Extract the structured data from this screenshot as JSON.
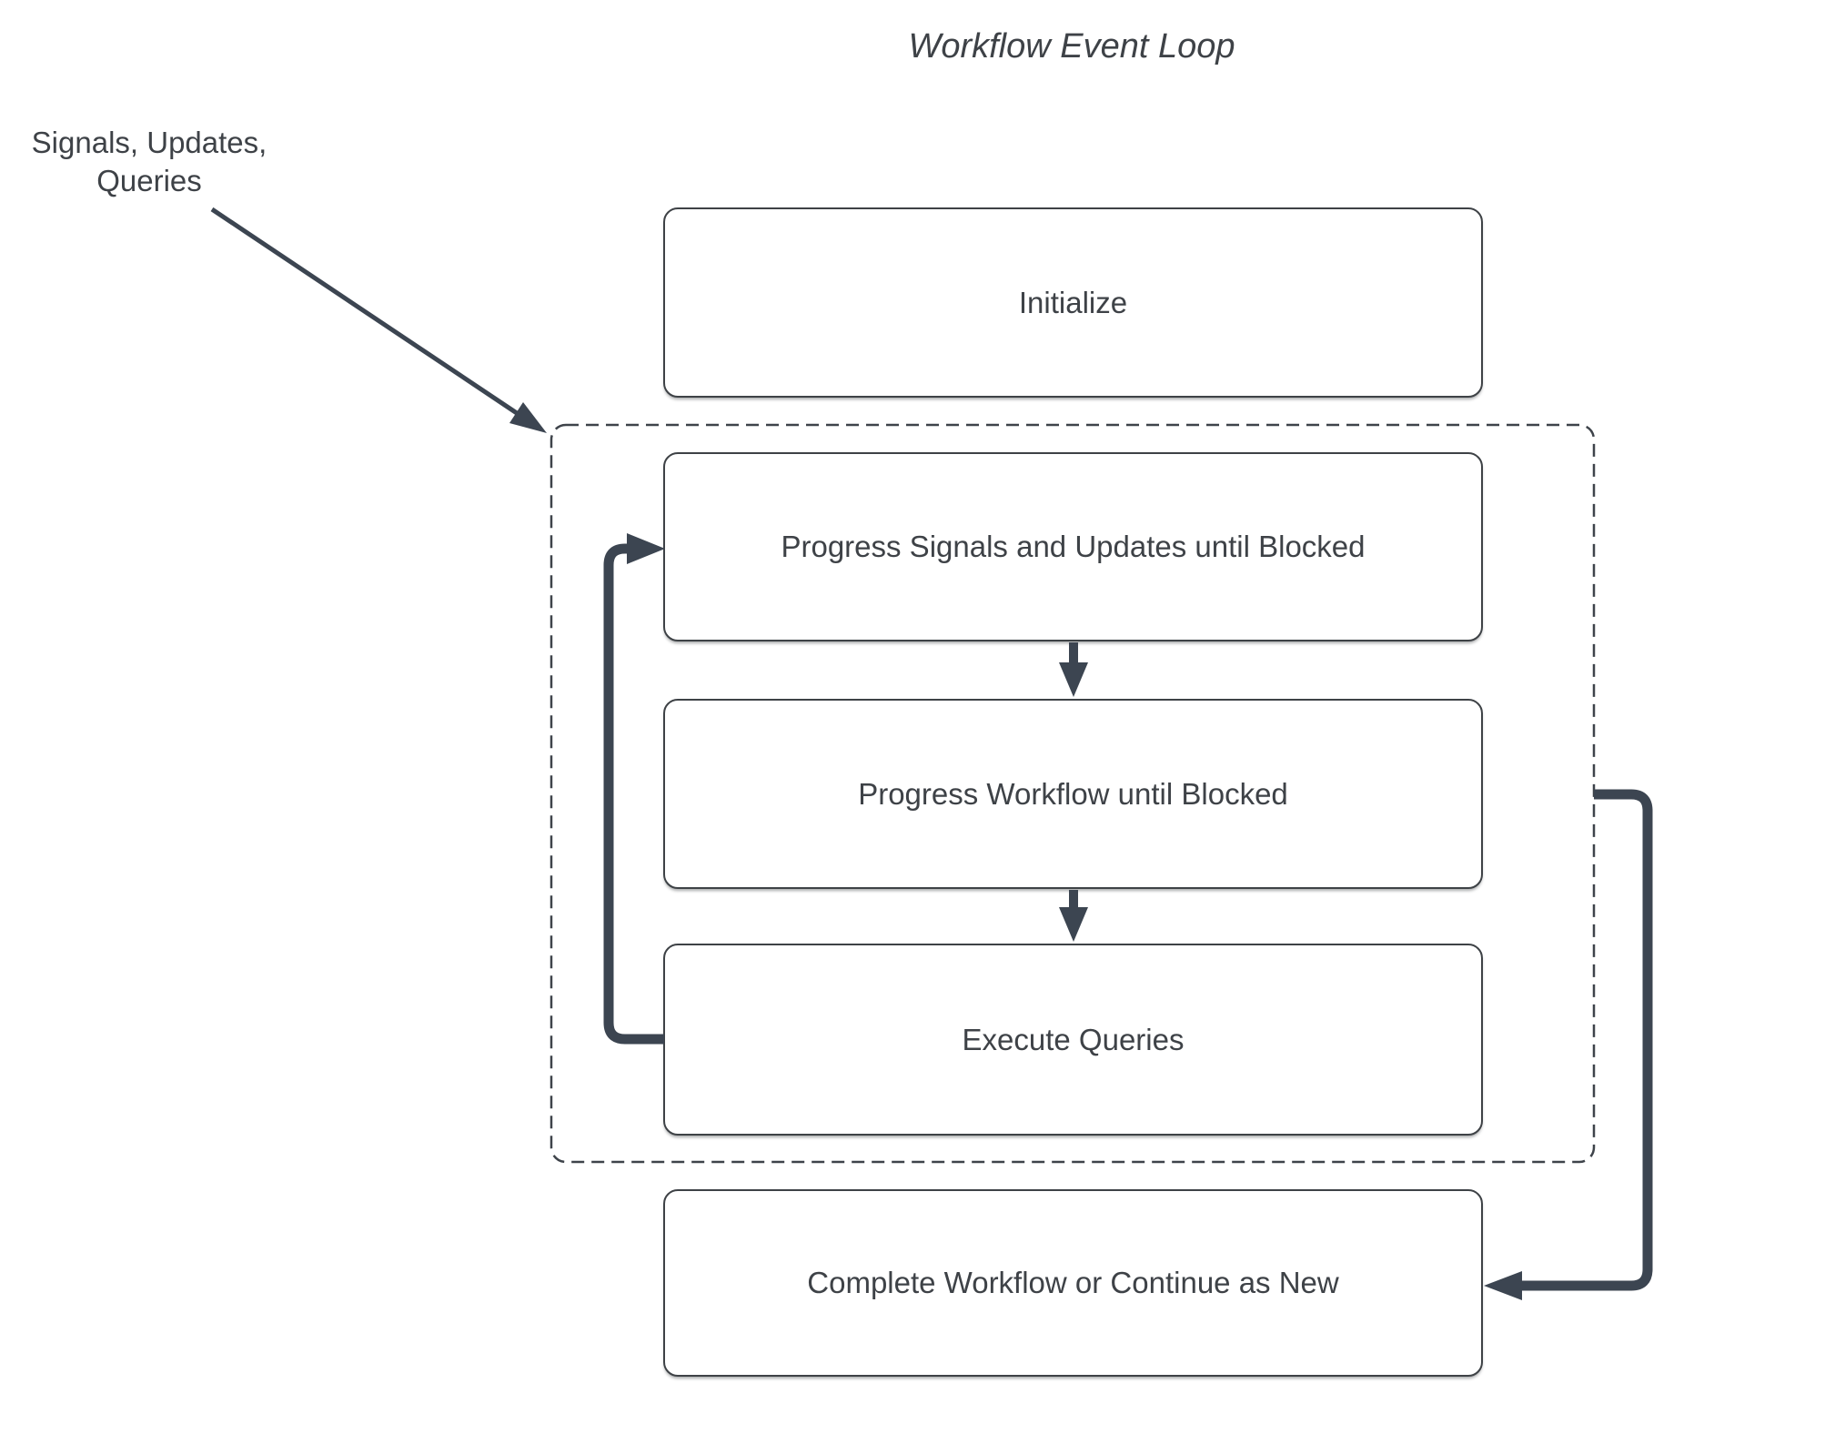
{
  "title": "Workflow Event Loop",
  "annotation": {
    "line1": "Signals, Updates,",
    "line2": "Queries"
  },
  "nodes": {
    "initialize": "Initialize",
    "progress_signals": "Progress Signals and Updates until Blocked",
    "progress_workflow": "Progress Workflow until Blocked",
    "execute_queries": "Execute Queries",
    "complete": "Complete Workflow or Continue as New"
  },
  "colors": {
    "background": "#ffffff",
    "connector": "#3c4551",
    "box-border": "#3e4246",
    "box-fill": "#ffffff",
    "text": "#3e4247",
    "dashed-border": "#3e434a"
  }
}
